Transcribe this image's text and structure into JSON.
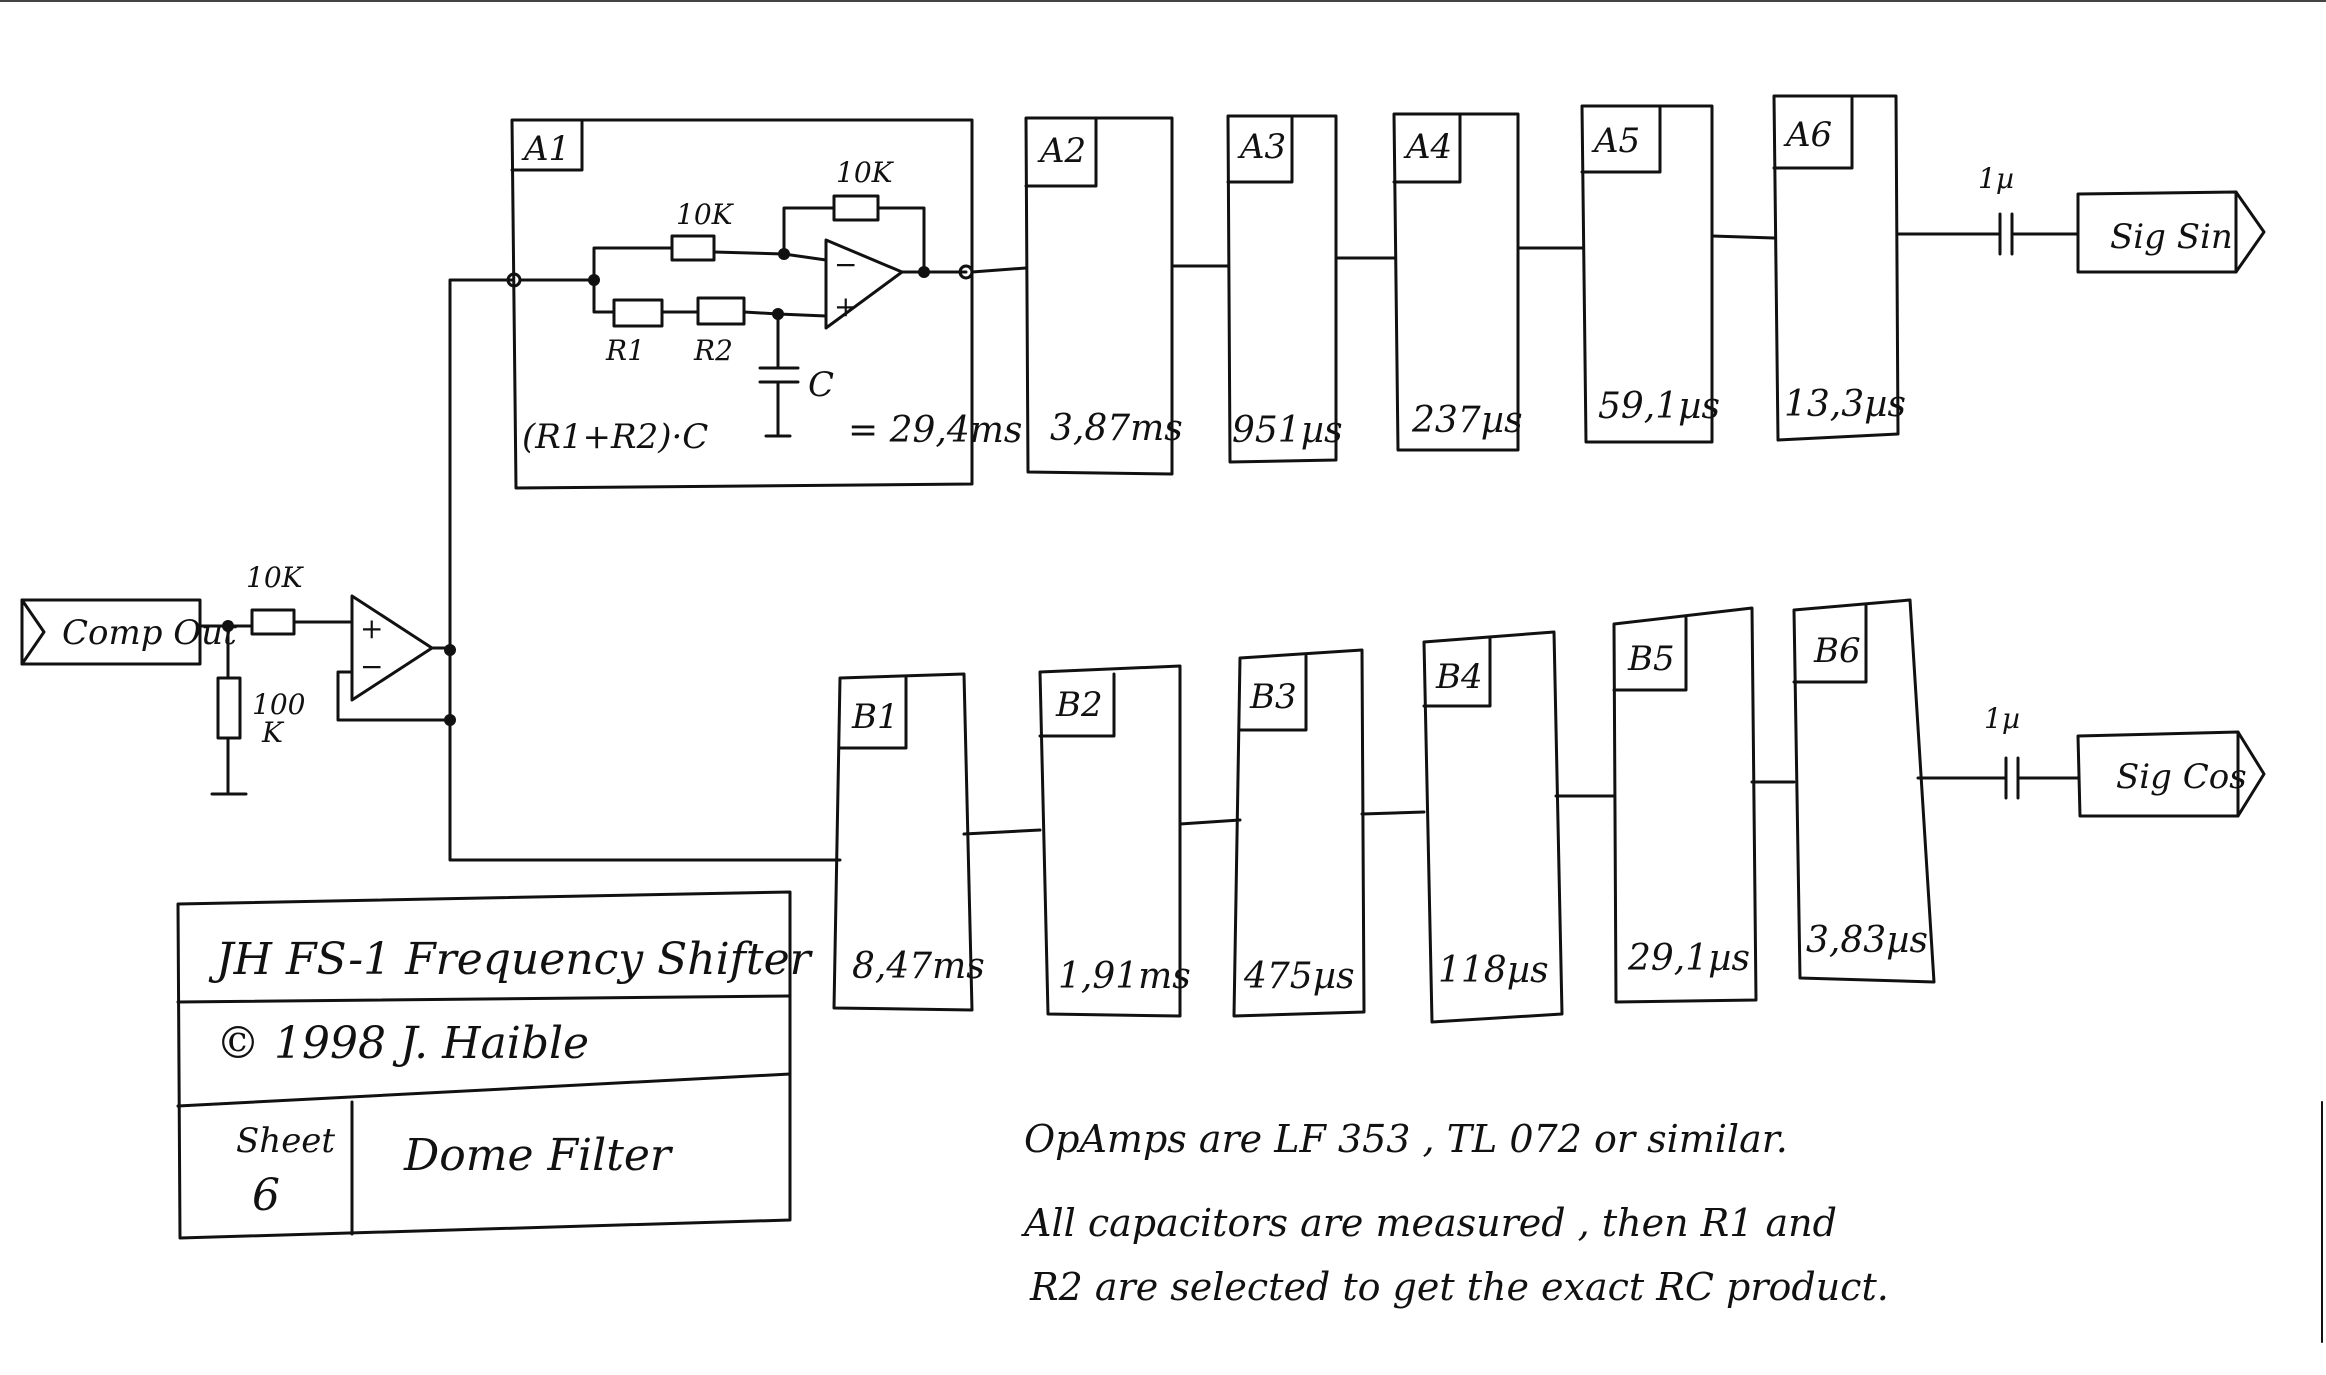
{
  "input": {
    "label": "Comp Out"
  },
  "buffer": {
    "resistor_series": "10K",
    "resistor_shunt_top": "100",
    "resistor_shunt_bottom": "K",
    "plus": "+",
    "minus": "−"
  },
  "chain_a": [
    {
      "id": "A1",
      "tau": "= 29,4ms"
    },
    {
      "id": "A2",
      "tau": "3,87ms"
    },
    {
      "id": "A3",
      "tau": "951µs"
    },
    {
      "id": "A4",
      "tau": "237µs"
    },
    {
      "id": "A5",
      "tau": "59,1µs"
    },
    {
      "id": "A6",
      "tau": "13,3µs"
    }
  ],
  "chain_b": [
    {
      "id": "B1",
      "tau": "8,47ms"
    },
    {
      "id": "B2",
      "tau": "1,91ms"
    },
    {
      "id": "B3",
      "tau": "475µs"
    },
    {
      "id": "B4",
      "tau": "118µs"
    },
    {
      "id": "B5",
      "tau": "29,1µs"
    },
    {
      "id": "B6",
      "tau": "3,83µs"
    }
  ],
  "a1_detail": {
    "r_feedback": "10K",
    "r_input": "10K",
    "r1": "R1",
    "r2": "R2",
    "cap": "C",
    "formula": "(R1+R2)·C",
    "plus": "+",
    "minus": "−"
  },
  "outputs": {
    "sin": {
      "label": "Sig Sin",
      "cap": "1µ"
    },
    "cos": {
      "label": "Sig Cos",
      "cap": "1µ"
    }
  },
  "title_block": {
    "title": "JH FS-1   Frequency Shifter",
    "copyright": "© 1998  J. Haible",
    "sheet_label": "Sheet",
    "sheet_number": "6",
    "sheet_name": "Dome   Filter"
  },
  "notes": [
    "OpAmps  are   LF 353  ,  TL 072   or  similar.",
    "All  capacitors  are  measured , then   R1    and",
    "R2   are  selected  to  get  the  exact   RC  product."
  ]
}
